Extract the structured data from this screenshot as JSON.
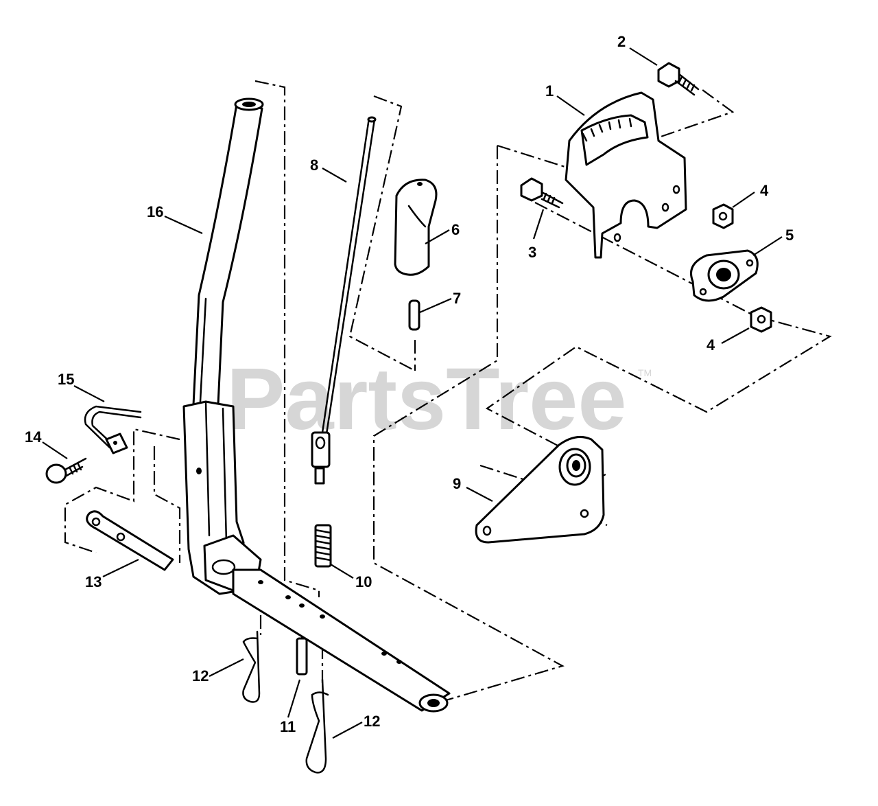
{
  "watermark": {
    "text": "PartsTree",
    "tm": "TM"
  },
  "callouts": [
    {
      "id": "c1",
      "label": "1"
    },
    {
      "id": "c2",
      "label": "2"
    },
    {
      "id": "c3",
      "label": "3"
    },
    {
      "id": "c4a",
      "label": "4"
    },
    {
      "id": "c4b",
      "label": "4"
    },
    {
      "id": "c5",
      "label": "5"
    },
    {
      "id": "c6",
      "label": "6"
    },
    {
      "id": "c7",
      "label": "7"
    },
    {
      "id": "c8",
      "label": "8"
    },
    {
      "id": "c9",
      "label": "9"
    },
    {
      "id": "c10",
      "label": "10"
    },
    {
      "id": "c11",
      "label": "11"
    },
    {
      "id": "c12a",
      "label": "12"
    },
    {
      "id": "c12b",
      "label": "12"
    },
    {
      "id": "c13",
      "label": "13"
    },
    {
      "id": "c14",
      "label": "14"
    },
    {
      "id": "c15",
      "label": "15"
    },
    {
      "id": "c16",
      "label": "16"
    }
  ]
}
